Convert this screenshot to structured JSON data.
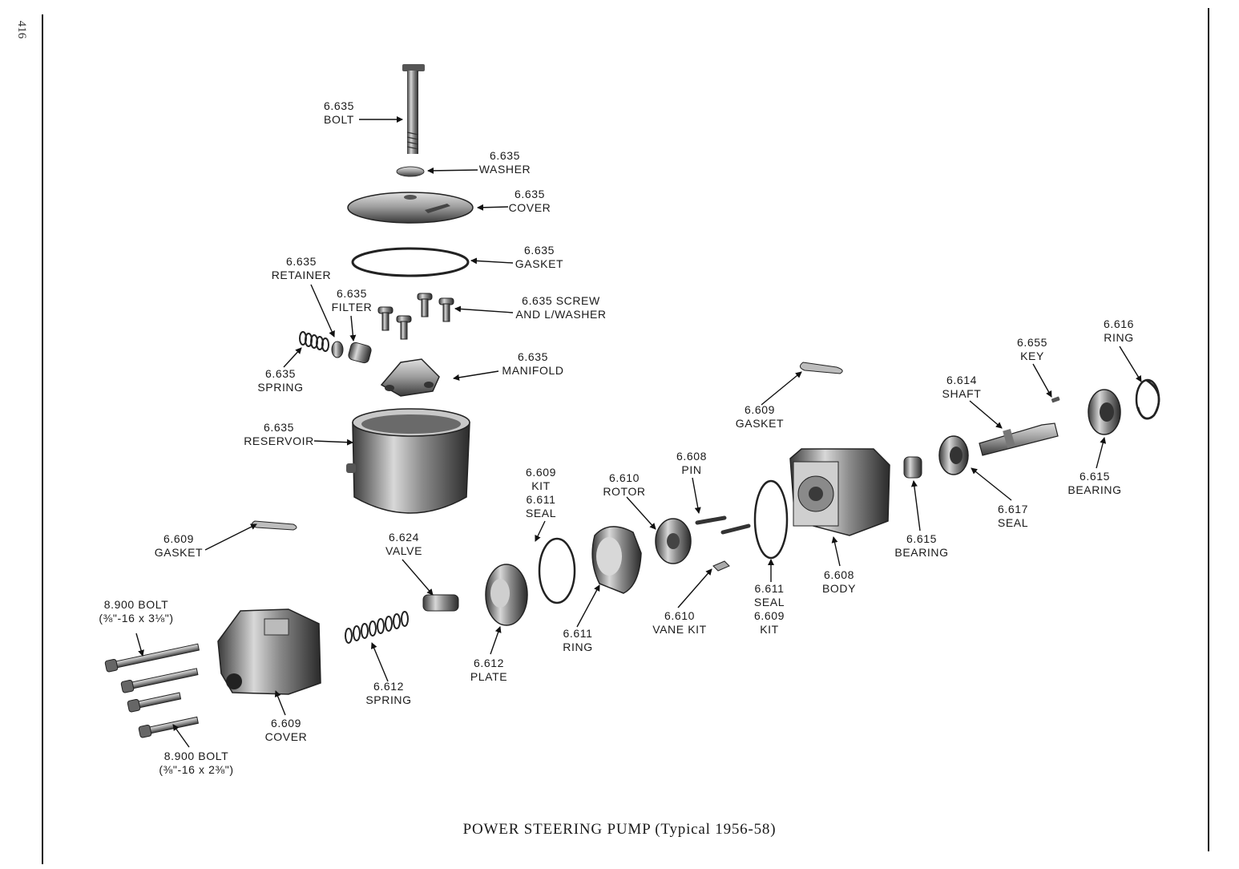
{
  "page_number": "416",
  "caption": "POWER STEERING PUMP (Typical 1956-58)",
  "labels": {
    "bolt_top": [
      "6.635",
      "BOLT"
    ],
    "washer": [
      "6.635",
      "WASHER"
    ],
    "cover_top": [
      "6.635",
      "COVER"
    ],
    "gasket_top": [
      "6.635",
      "GASKET"
    ],
    "retainer": [
      "6.635",
      "RETAINER"
    ],
    "filter": [
      "6.635",
      "FILTER"
    ],
    "screw": [
      "6.635 SCREW",
      "AND L/WASHER"
    ],
    "spring_top": [
      "6.635",
      "SPRING"
    ],
    "manifold": [
      "6.635",
      "MANIFOLD"
    ],
    "reservoir": [
      "6.635",
      "RESERVOIR"
    ],
    "gasket_body": [
      "6.609",
      "GASKET"
    ],
    "ring_616": [
      "6.616",
      "RING"
    ],
    "key": [
      "6.655",
      "KEY"
    ],
    "shaft": [
      "6.614",
      "SHAFT"
    ],
    "pin": [
      "6.608",
      "PIN"
    ],
    "rotor": [
      "6.610",
      "ROTOR"
    ],
    "kit_seal": [
      "6.609",
      "KIT",
      "6.611",
      "SEAL"
    ],
    "bearing_615_right": [
      "6.615",
      "BEARING"
    ],
    "seal_617": [
      "6.617",
      "SEAL"
    ],
    "bearing_615_mid": [
      "6.615",
      "BEARING"
    ],
    "gasket_left": [
      "6.609",
      "GASKET"
    ],
    "valve": [
      "6.624",
      "VALVE"
    ],
    "body": [
      "6.608",
      "BODY"
    ],
    "seal_kit": [
      "6.611",
      "SEAL",
      "6.609",
      "KIT"
    ],
    "vane_kit": [
      "6.610",
      "VANE KIT"
    ],
    "ring_611": [
      "6.611",
      "RING"
    ],
    "plate": [
      "6.612",
      "PLATE"
    ],
    "spring_low": [
      "6.612",
      "SPRING"
    ],
    "cover_low": [
      "6.609",
      "COVER"
    ],
    "bolt_long": [
      "8.900 BOLT",
      "(⅜\"-16 x 3⅛\")"
    ],
    "bolt_short": [
      "8.900 BOLT",
      "(⅜\"-16 x 2⅜\")"
    ]
  }
}
